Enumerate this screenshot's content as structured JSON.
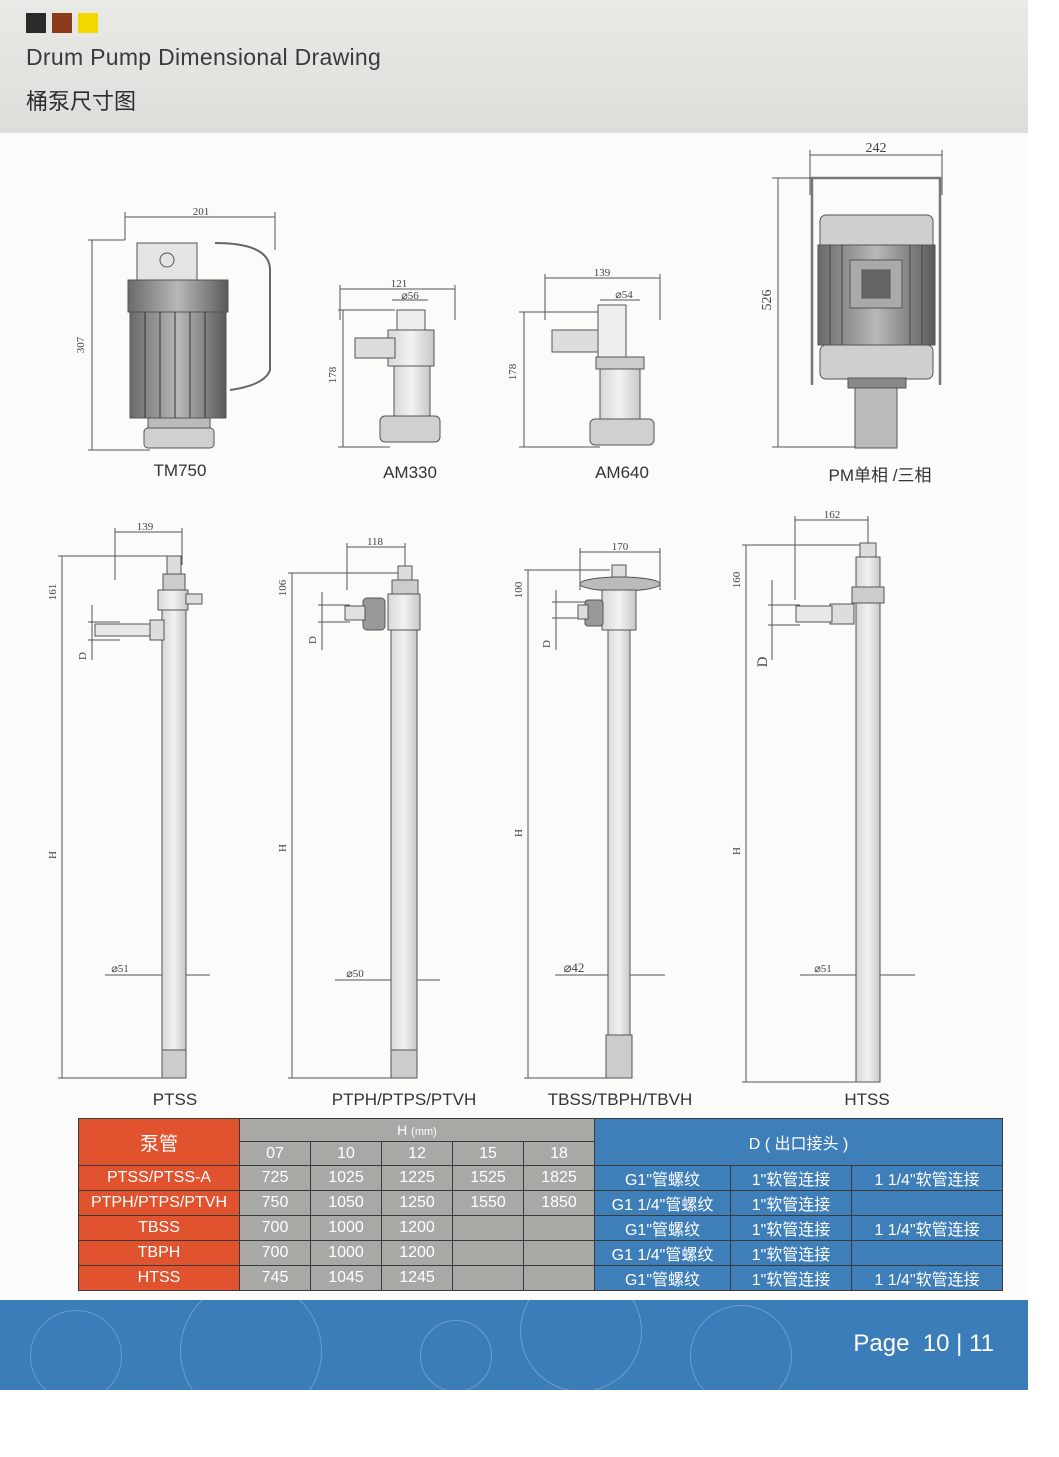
{
  "header": {
    "title_en": "Drum Pump Dimensional Drawing",
    "title_cn": "桶泵尺寸图",
    "swatch_colors": [
      "#2a2a2a",
      "#8b3a1c",
      "#f5d800"
    ]
  },
  "motors": {
    "tm750": {
      "label": "TM750",
      "width_dim": "201",
      "height_dim": "307"
    },
    "am330": {
      "label": "AM330",
      "width_dim": "121",
      "dia_dim": "⌀56",
      "height_dim": "178"
    },
    "am640": {
      "label": "AM640",
      "width_dim": "139",
      "dia_dim": "⌀54",
      "height_dim": "178"
    },
    "pm": {
      "label": "PM单相 /三相",
      "width_dim": "242",
      "height_dim": "526"
    }
  },
  "tubes": {
    "ptss": {
      "label": "PTSS",
      "width_dim": "139",
      "top_dim": "161",
      "d_label": "D",
      "h_label": "H",
      "dia_dim": "⌀51"
    },
    "ptph": {
      "label": "PTPH/PTPS/PTVH",
      "width_dim": "118",
      "top_dim": "106",
      "d_label": "D",
      "h_label": "H",
      "dia_dim": "⌀50"
    },
    "tbss": {
      "label": "TBSS/TBPH/TBVH",
      "width_dim": "170",
      "top_dim": "100",
      "d_label": "D",
      "h_label": "H",
      "dia_dim": "⌀42"
    },
    "htss": {
      "label": "HTSS",
      "width_dim": "162",
      "top_dim": "160",
      "d_label": "D",
      "h_label": "H",
      "dia_dim": "⌀51"
    }
  },
  "table": {
    "name_header": "泵管",
    "h_header": "H",
    "h_unit": "(mm)",
    "h_sizes": [
      "07",
      "10",
      "12",
      "15",
      "18"
    ],
    "d_header": "D ( 出口接头 )",
    "rows": [
      {
        "name": "PTSS/PTSS-A",
        "h": [
          "725",
          "1025",
          "1225",
          "1525",
          "1825"
        ],
        "d": [
          "G1\"管螺纹",
          "1\"软管连接",
          "1 1/4\"软管连接"
        ]
      },
      {
        "name": "PTPH/PTPS/PTVH",
        "h": [
          "750",
          "1050",
          "1250",
          "1550",
          "1850"
        ],
        "d": [
          "G1 1/4\"管螺纹",
          "1\"软管连接",
          ""
        ]
      },
      {
        "name": "TBSS",
        "h": [
          "700",
          "1000",
          "1200",
          "",
          ""
        ],
        "d": [
          "G1\"管螺纹",
          "1\"软管连接",
          "1 1/4\"软管连接"
        ]
      },
      {
        "name": "TBPH",
        "h": [
          "700",
          "1000",
          "1200",
          "",
          ""
        ],
        "d": [
          "G1 1/4\"管螺纹",
          "1\"软管连接",
          ""
        ]
      },
      {
        "name": "HTSS",
        "h": [
          "745",
          "1045",
          "1245",
          "",
          ""
        ],
        "d": [
          "G1\"管螺纹",
          "1\"软管连接",
          "1 1/4\"软管连接"
        ]
      }
    ]
  },
  "footer": {
    "page_word": "Page",
    "page_left": "10",
    "page_sep": "|",
    "page_right": "11"
  }
}
